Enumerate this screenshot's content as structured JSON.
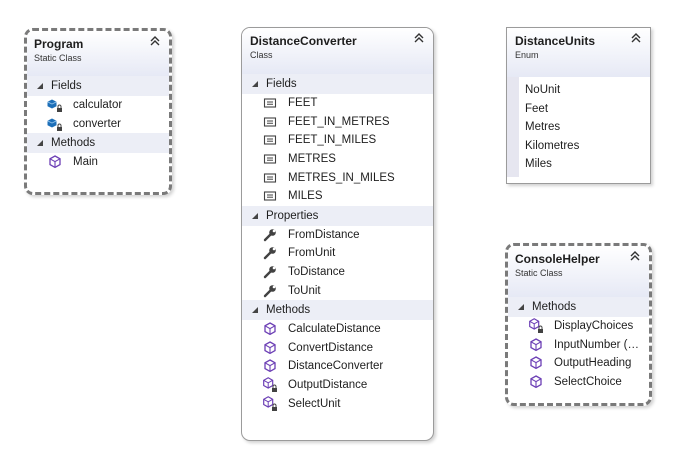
{
  "program": {
    "title": "Program",
    "kind": "Static Class",
    "sections": [
      {
        "label": "Fields",
        "items": [
          {
            "name": "calculator",
            "icon": "private-field-icon"
          },
          {
            "name": "converter",
            "icon": "private-field-icon"
          }
        ]
      },
      {
        "label": "Methods",
        "items": [
          {
            "name": "Main",
            "icon": "method-icon"
          }
        ]
      }
    ]
  },
  "distance_converter": {
    "title": "DistanceConverter",
    "kind": "Class",
    "sections": [
      {
        "label": "Fields",
        "items": [
          {
            "name": "FEET",
            "icon": "constant-icon"
          },
          {
            "name": "FEET_IN_METRES",
            "icon": "constant-icon"
          },
          {
            "name": "FEET_IN_MILES",
            "icon": "constant-icon"
          },
          {
            "name": "METRES",
            "icon": "constant-icon"
          },
          {
            "name": "METRES_IN_MILES",
            "icon": "constant-icon"
          },
          {
            "name": "MILES",
            "icon": "constant-icon"
          }
        ]
      },
      {
        "label": "Properties",
        "items": [
          {
            "name": "FromDistance",
            "icon": "property-icon"
          },
          {
            "name": "FromUnit",
            "icon": "property-icon"
          },
          {
            "name": "ToDistance",
            "icon": "property-icon"
          },
          {
            "name": "ToUnit",
            "icon": "property-icon"
          }
        ]
      },
      {
        "label": "Methods",
        "items": [
          {
            "name": "CalculateDistance",
            "icon": "method-icon"
          },
          {
            "name": "ConvertDistance",
            "icon": "method-icon"
          },
          {
            "name": "DistanceConverter",
            "icon": "method-icon"
          },
          {
            "name": "OutputDistance",
            "icon": "private-method-icon"
          },
          {
            "name": "SelectUnit",
            "icon": "private-method-icon"
          }
        ]
      }
    ]
  },
  "distance_units": {
    "title": "DistanceUnits",
    "kind": "Enum",
    "values": [
      "NoUnit",
      "Feet",
      "Metres",
      "Kilometres",
      "Miles"
    ]
  },
  "console_helper": {
    "title": "ConsoleHelper",
    "kind": "Static Class",
    "sections": [
      {
        "label": "Methods",
        "items": [
          {
            "name": "DisplayChoices",
            "icon": "private-method-icon"
          },
          {
            "name": "InputNumber (…",
            "icon": "method-icon"
          },
          {
            "name": "OutputHeading",
            "icon": "method-icon"
          },
          {
            "name": "SelectChoice",
            "icon": "method-icon"
          }
        ]
      }
    ]
  },
  "colors": {
    "method_purple": "#6c3fb5",
    "field_blue": "#1d6fb8",
    "icon_dark": "#424242"
  }
}
